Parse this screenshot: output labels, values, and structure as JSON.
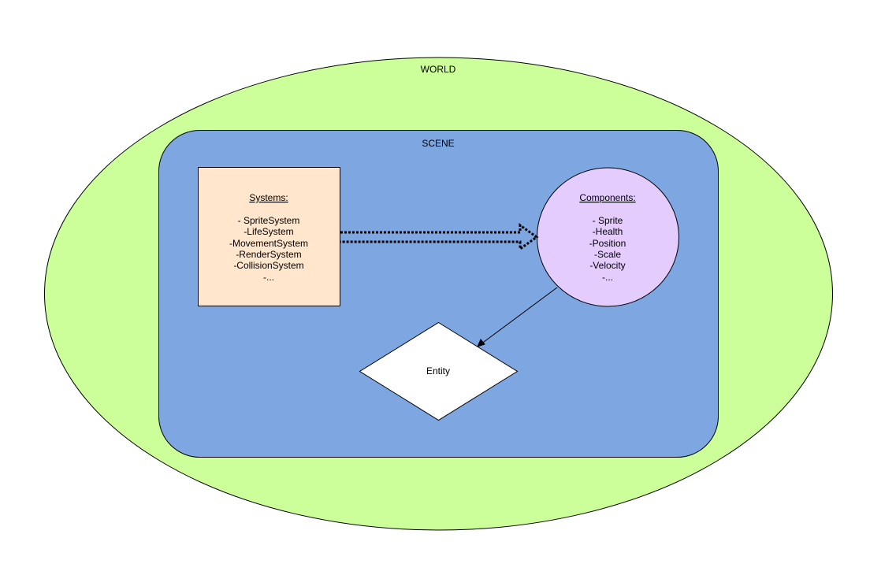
{
  "world": {
    "label": "WORLD",
    "fill": "#ccff99"
  },
  "scene": {
    "label": "SCENE",
    "fill": "#7ea6e0"
  },
  "systems": {
    "title": "Systems:",
    "items": [
      "- SpriteSystem",
      "-LifeSystem",
      "-MovementSystem",
      "-RenderSystem",
      "-CollisionSystem",
      "-..."
    ],
    "fill": "#ffe6cc"
  },
  "components": {
    "title": "Components:",
    "items": [
      "- Sprite",
      "-Health",
      "-Position",
      "-Scale",
      "-Velocity",
      "-..."
    ],
    "fill": "#e5ccff"
  },
  "entity": {
    "label": "Entity",
    "fill": "#ffffff"
  },
  "connectors": {
    "systems_to_components": "dotted-double-arrow",
    "components_to_entity": "arrow"
  }
}
